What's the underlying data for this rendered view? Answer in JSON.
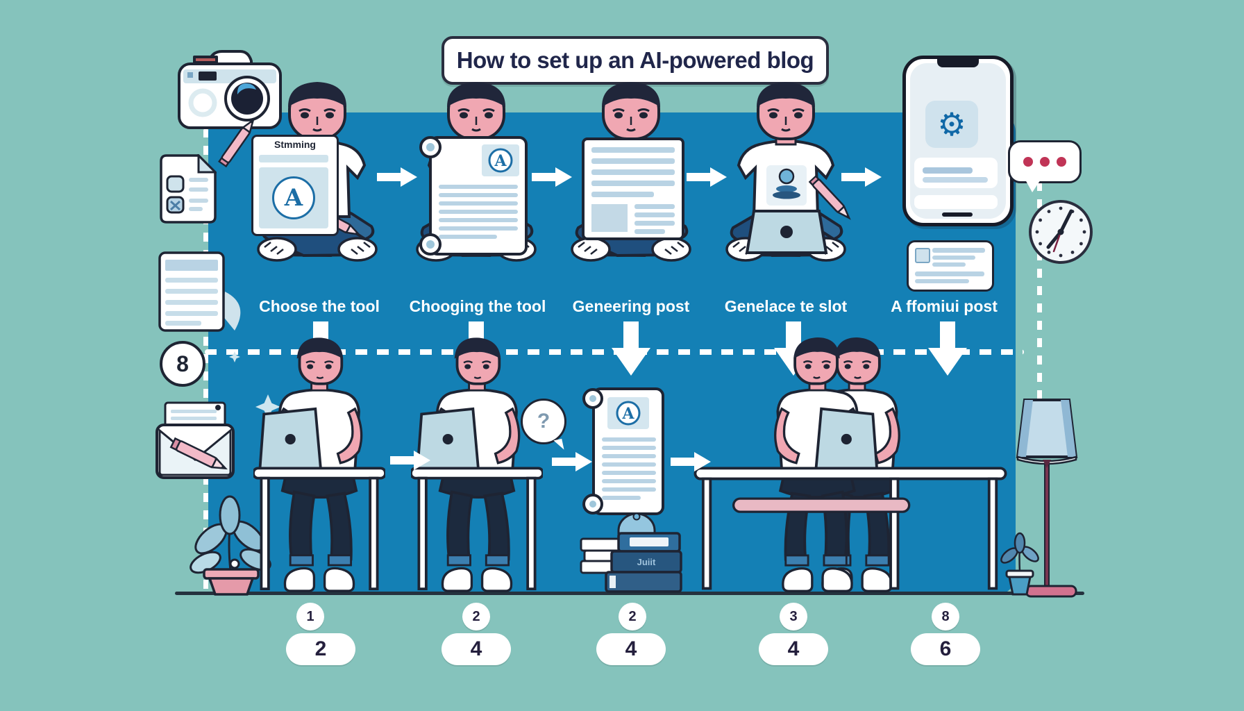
{
  "title": "How to set up an AI-powered blog",
  "steps": [
    {
      "label": "Choose the tool",
      "circle": "1",
      "pill": "2"
    },
    {
      "label": "Chooging the tool",
      "circle": "2",
      "pill": "4"
    },
    {
      "label": "Geneering post",
      "circle": "2",
      "pill": "4"
    },
    {
      "label": "Genelace te slot",
      "circle": "3",
      "pill": "4"
    },
    {
      "label": "A ffomiui post",
      "circle": "8",
      "pill": "6"
    }
  ],
  "artifacts": {
    "shirt_card_title": "Stmming",
    "ai_badge_letter": "A",
    "left_circle_badge": "8",
    "question_mark": "?",
    "book_spine_text": "Juiit",
    "gear_glyph": "⚙"
  },
  "colors": {
    "background_teal": "#85c3bc",
    "panel_blue": "#1480b5",
    "ink": "#1e2433",
    "skin": "#f0a7b2",
    "accent_blue": "#1c6ea6",
    "pencil_pink": "#f3bac8",
    "dot_crimson": "#c03456",
    "number_ink": "#241f3d"
  }
}
